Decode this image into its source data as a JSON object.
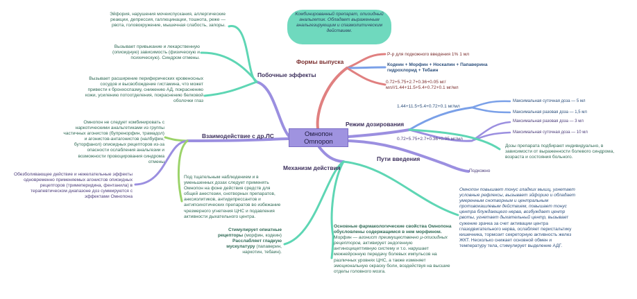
{
  "center": {
    "line1": "Омнопон",
    "line2": "Omnopon"
  },
  "note": "Комбинированный препарат, опиоидный анальгетик. Обладает выраженным анальгезирующим и спазмолитическим действием.",
  "colors": {
    "purple": "#9b8fe0",
    "teal": "#5ed6b4",
    "red": "#e08080",
    "blue": "#7aa0e8",
    "green": "#9cd36a",
    "center_fill": "#9f93e0"
  },
  "side_effects": {
    "label": "Побочные эффекты",
    "items": [
      "Эйфория, нарушения мочеиспускания, аллергические реакции, депрессия, галлюцинации, тошнота, реже — рвота, головокружение, мышечная слабость, запоры.",
      "Вызывает привыкание и лекарственную (опиоидную) зависимость (физическую и психическую). Синдром отмены.",
      "Вызывает расширение периферических кровеносных сосудов и высвобождение гистамина, что может привести к бронхоспазму, снижению АД, покраснению кожи, усилению потоотделения, покраснению белковой оболочки глаз"
    ]
  },
  "forms": {
    "label": "Формы выпуска",
    "items": [
      "Р-р для подкожного введения 1% 1 мл",
      "Кодеин + Морфин + Носкапин + Папаверина гидрохлорид + Тебаин",
      "0.72+5.75+2.7+0.36+0.05 мг/мл///1.44+11.5+5.4+0.72+0.1 мг/мл"
    ]
  },
  "dosage": {
    "label": "Режим дозирования",
    "dose1": "1.44+11.5+5.4+0.72+0.1 мг/мл",
    "dose1_items": [
      "Максимальная суточная доза — 5 мл",
      "Максимальная разовая доза — 1,5 мл"
    ],
    "dose2": "0.72+5.75+2.7+0.36+0.05 мг/мл",
    "dose2_items": [
      "Максимальная разовая доза — 3 мл",
      "Максимальная суточная доза — 10 мл"
    ],
    "note": "Дозы препарата подбирают индивидуально, в зависимости от выраженности болевого синдрома, возраста и состояния больного."
  },
  "routes": {
    "label": "Пути введения",
    "items": [
      "Подкожно"
    ]
  },
  "interaction": {
    "label": "Взаимодействие с др.ЛС",
    "items": [
      "Омнопон не следует комбинировать с наркотическими анальгетиками из группы частичных агонистов (бупренорфин, трамадол) и агонистов-антагонистов (налбуфин, буторфанол) опиоидных рецепторов из-за опасности ослабления анальгезии и возможности провоцирования синдрома отмены",
      "Обезболивающее действие и нежелательные эффекты одновременно применяемых агонистов опиоидных рецепторов (тримеперидина, фентанила) в терапевтическом диапазоне доз суммируются с эффектами Омнопона",
      "Под тщательным наблюдением и в уменьшенных дозах следует применять Омнопон на фоне действия средств для общей анестезии, снотворных препаратов, анксиолитиков, антидепрессантов и антипсихотических препаратов во избежание чрезмерного угнетения ЦНС и подавления активности дыхательного центра."
    ]
  },
  "mechanism": {
    "label": "Механизм действия",
    "receptors": {
      "bold1": "Стимулирует опиатные рецепторы",
      "text1": " (морфин, кодеин)",
      "bold2": "Расслабляет гладкую мускулатуру",
      "text2": " (папаверин, наркотин, тебаин)."
    },
    "main": {
      "bold": "Основные фармакологические свойства Омнопона обусловлены содержащимся в нем морфином.",
      "normal1": " Морфин — ",
      "italic": "агонист преимущественно μ-опиоидных рецепторов,",
      "normal2": " активирует эндогенную антиноцицептивную систему и т.о. нарушает межнейронную передачу болевых импульсов на различных уровнях ЦНС, а также изменяет эмоциональную окраску боли, воздействуя на высшие отделы головного мозга."
    },
    "effects": {
      "italic": "Омнопон повышает тонус гладких мышц, угнетает условные рефлексы, вызывает эйфорию и обладает умеренным снотворным и центральным противокашлевым действием, повышает тонус центра блуждающего нерва, возбуждает центр рвоты, угнетает дыхательный центр,",
      "normal": " вызывает сужение зрачка за счет активации центра глазодвигательного нерва, ослабляет перистальтику кишечника, тормозит секреторную активность желез ЖКТ. Несколько снижает основной обмен и температуру тела, стимулирует выделение АДГ."
    }
  }
}
